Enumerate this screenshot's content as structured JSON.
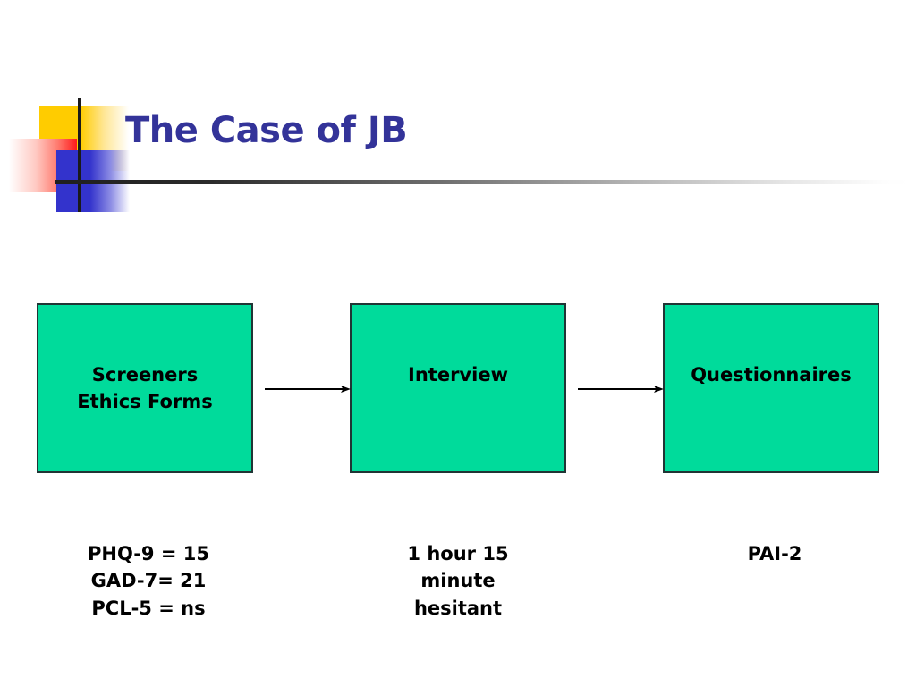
{
  "slide": {
    "title": "The Case of JB",
    "title_color": "#333399",
    "background_color": "#ffffff"
  },
  "decoration": {
    "yellow_square": "yellow-gradient-square",
    "blue_square": "blue-gradient-square",
    "red_square": "red-gradient-square",
    "vertical_line": "vertical-rule",
    "horizontal_rule": "horizontal-gradient-rule",
    "yellow_color": "#FFCC00",
    "blue_color": "#3333CC",
    "red_color": "#FF1A1A",
    "line_color": "#1a1a1a"
  },
  "flow": {
    "box_fill_color": "#00DB9B",
    "box_border_color": "#203535",
    "arrow_color": "#000000",
    "steps": [
      {
        "id": "screeners",
        "label": "Screeners\nEthics Forms",
        "caption": "PHQ-9 = 15\nGAD-7= 21\nPCL-5 = ns"
      },
      {
        "id": "interview",
        "label": "Interview",
        "caption": "1 hour 15\nminute\nhesitant"
      },
      {
        "id": "questionnaires",
        "label": "Questionnaires",
        "caption": "PAI-2"
      }
    ],
    "arrows": [
      {
        "id": "arrow-1",
        "from": "screeners",
        "to": "interview"
      },
      {
        "id": "arrow-2",
        "from": "interview",
        "to": "questionnaires"
      }
    ]
  }
}
